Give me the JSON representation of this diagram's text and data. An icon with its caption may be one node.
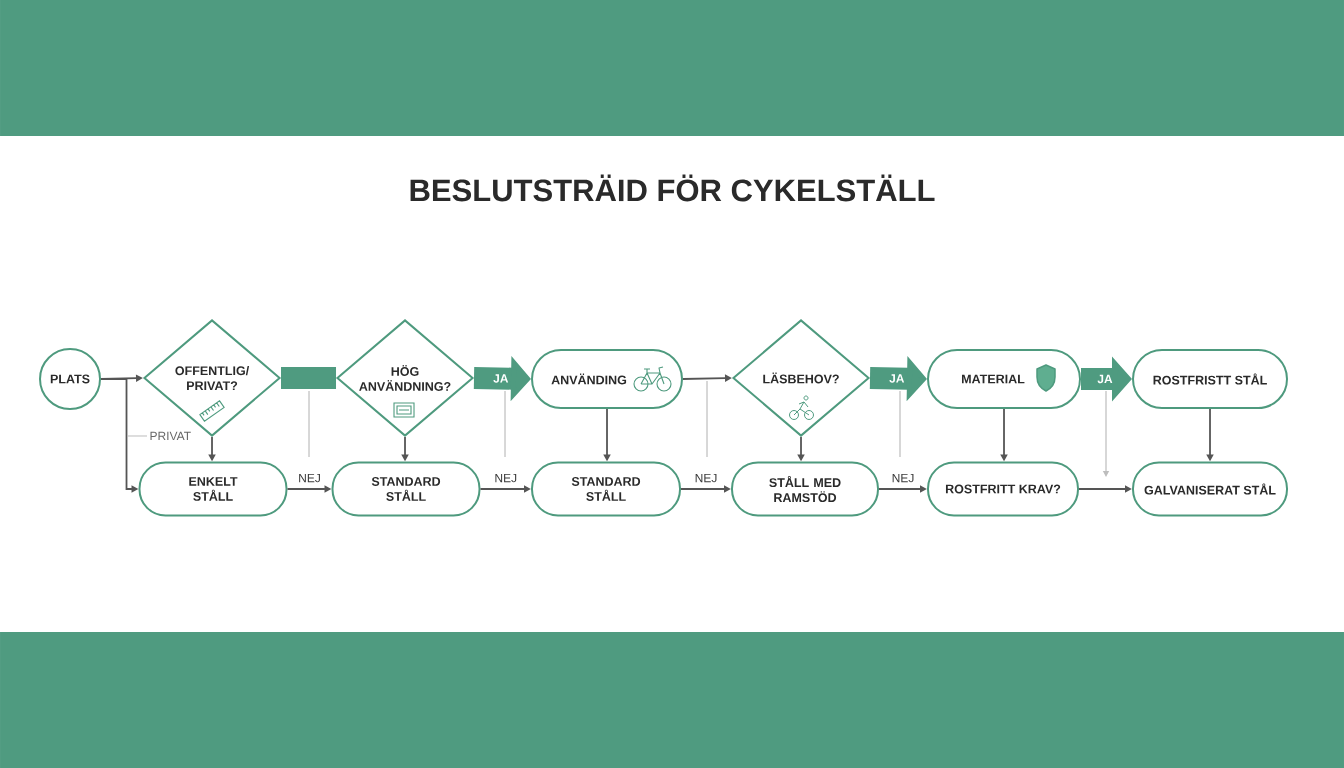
{
  "diagram": {
    "title": "BESLUTSTRÄID FÖR CYKELSTÄLL",
    "nodes": [
      {
        "text": [
          "PLATS"
        ]
      },
      {
        "text": [
          "OFFENTLIG/ PRIVAT?"
        ]
      },
      {
        "text": [
          "HÖG ANVÄNDNING?"
        ]
      },
      {
        "text": [
          "ANVÄNDING"
        ]
      },
      {
        "text": [
          "LÄSBEHOV?"
        ]
      },
      {
        "text": [
          "MATERIAL"
        ]
      },
      {
        "text": [
          "ROSTFRISTT STÅL"
        ]
      },
      {
        "text": [
          "ENKELT STÅLL"
        ]
      },
      {
        "text": [
          "STANDARD STÅLL"
        ]
      },
      {
        "text": [
          "STANDARD STÅLL"
        ]
      },
      {
        "text": [
          "STÅLL MED RAMSTÖD"
        ]
      },
      {
        "text": [
          "ROSTFRITT KRAV?"
        ]
      },
      {
        "text": [
          "GALVANISERAT STÅL"
        ]
      }
    ],
    "edges": [
      {
        "from": 0,
        "to": 1,
        "arrow": "to"
      },
      {
        "from": 0,
        "to": 7,
        "arrow": "to",
        "label": "PRIVAT"
      },
      {
        "from": 1,
        "to": 2,
        "arrow": "none",
        "style": "thick",
        "color": "#4f9b80"
      },
      {
        "from": 1,
        "to": 7,
        "arrow": "to"
      },
      {
        "from": 2,
        "to": 3,
        "arrow": "to",
        "label": "JA",
        "style": "thick",
        "color": "#4f9b80"
      },
      {
        "from": 2,
        "to": 8,
        "arrow": "to"
      },
      {
        "from": 3,
        "to": 4,
        "arrow": "to"
      },
      {
        "from": 3,
        "to": 9,
        "arrow": "to"
      },
      {
        "from": 4,
        "to": 5,
        "arrow": "to",
        "label": "JA",
        "style": "thick",
        "color": "#4f9b80"
      },
      {
        "from": 4,
        "to": 10,
        "arrow": "to"
      },
      {
        "from": 5,
        "to": 6,
        "arrow": "to",
        "label": "JA",
        "style": "thick",
        "color": "#4f9b80"
      },
      {
        "from": 5,
        "to": 11,
        "arrow": "to"
      },
      {
        "from": 6,
        "to": 12,
        "arrow": "to"
      },
      {
        "from": 7,
        "to": 8,
        "arrow": "to",
        "label": "NEJ"
      },
      {
        "from": 8,
        "to": 9,
        "arrow": "to",
        "label": "NEJ"
      },
      {
        "from": 9,
        "to": 10,
        "arrow": "to",
        "label": "NEJ"
      },
      {
        "from": 10,
        "to": 11,
        "arrow": "to",
        "label": "NEJ"
      },
      {
        "from": 11,
        "to": 12,
        "arrow": "to"
      }
    ]
  }
}
